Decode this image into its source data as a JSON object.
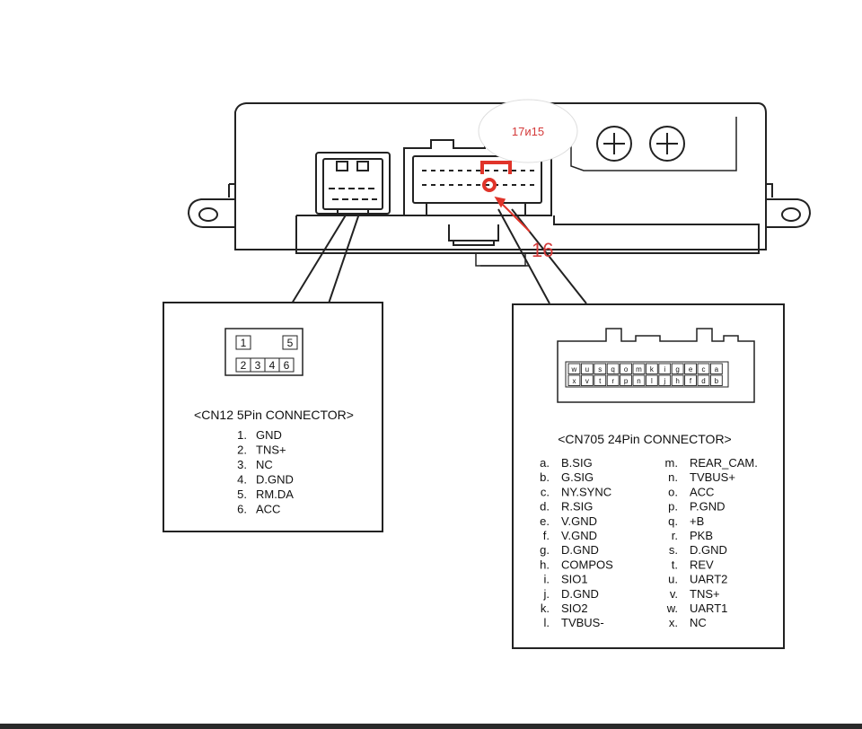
{
  "annotations": {
    "bubble_text": "17и15",
    "arrow_label": "16",
    "accent_color": "#e0342a"
  },
  "cn12": {
    "title": "<CN12 5Pin CONNECTOR>",
    "grid_top": [
      "1",
      "5"
    ],
    "grid_bottom": [
      "2",
      "3",
      "4",
      "6"
    ],
    "pins": [
      {
        "num": "1.",
        "name": "GND"
      },
      {
        "num": "2.",
        "name": "TNS+"
      },
      {
        "num": "3.",
        "name": "NC"
      },
      {
        "num": "4.",
        "name": "D.GND"
      },
      {
        "num": "5.",
        "name": "RM.DA"
      },
      {
        "num": "6.",
        "name": "ACC"
      }
    ]
  },
  "cn705": {
    "title": "<CN705 24Pin CONNECTOR>",
    "grid_top": [
      "w",
      "u",
      "s",
      "q",
      "o",
      "m",
      "k",
      "i",
      "g",
      "e",
      "c",
      "a"
    ],
    "grid_bottom": [
      "x",
      "v",
      "t",
      "r",
      "p",
      "n",
      "l",
      "j",
      "h",
      "f",
      "d",
      "b"
    ],
    "pins_left": [
      {
        "letter": "a.",
        "name": "B.SIG"
      },
      {
        "letter": "b.",
        "name": "G.SIG"
      },
      {
        "letter": "c.",
        "name": "NY.SYNC"
      },
      {
        "letter": "d.",
        "name": "R.SIG"
      },
      {
        "letter": "e.",
        "name": "V.GND"
      },
      {
        "letter": "f.",
        "name": "V.GND"
      },
      {
        "letter": "g.",
        "name": "D.GND"
      },
      {
        "letter": "h.",
        "name": "COMPOS"
      },
      {
        "letter": "i.",
        "name": "SIO1"
      },
      {
        "letter": "j.",
        "name": "D.GND"
      },
      {
        "letter": "k.",
        "name": "SIO2"
      },
      {
        "letter": "l.",
        "name": "TVBUS-"
      }
    ],
    "pins_right": [
      {
        "letter": "m.",
        "name": "REAR_CAM."
      },
      {
        "letter": "n.",
        "name": "TVBUS+"
      },
      {
        "letter": "o.",
        "name": "ACC"
      },
      {
        "letter": "p.",
        "name": "P.GND"
      },
      {
        "letter": "q.",
        "name": "+B"
      },
      {
        "letter": "r.",
        "name": "PKB"
      },
      {
        "letter": "s.",
        "name": "D.GND"
      },
      {
        "letter": "t.",
        "name": "REV"
      },
      {
        "letter": "u.",
        "name": "UART2"
      },
      {
        "letter": "v.",
        "name": "TNS+"
      },
      {
        "letter": "w.",
        "name": "UART1"
      },
      {
        "letter": "x.",
        "name": "NC"
      }
    ]
  }
}
